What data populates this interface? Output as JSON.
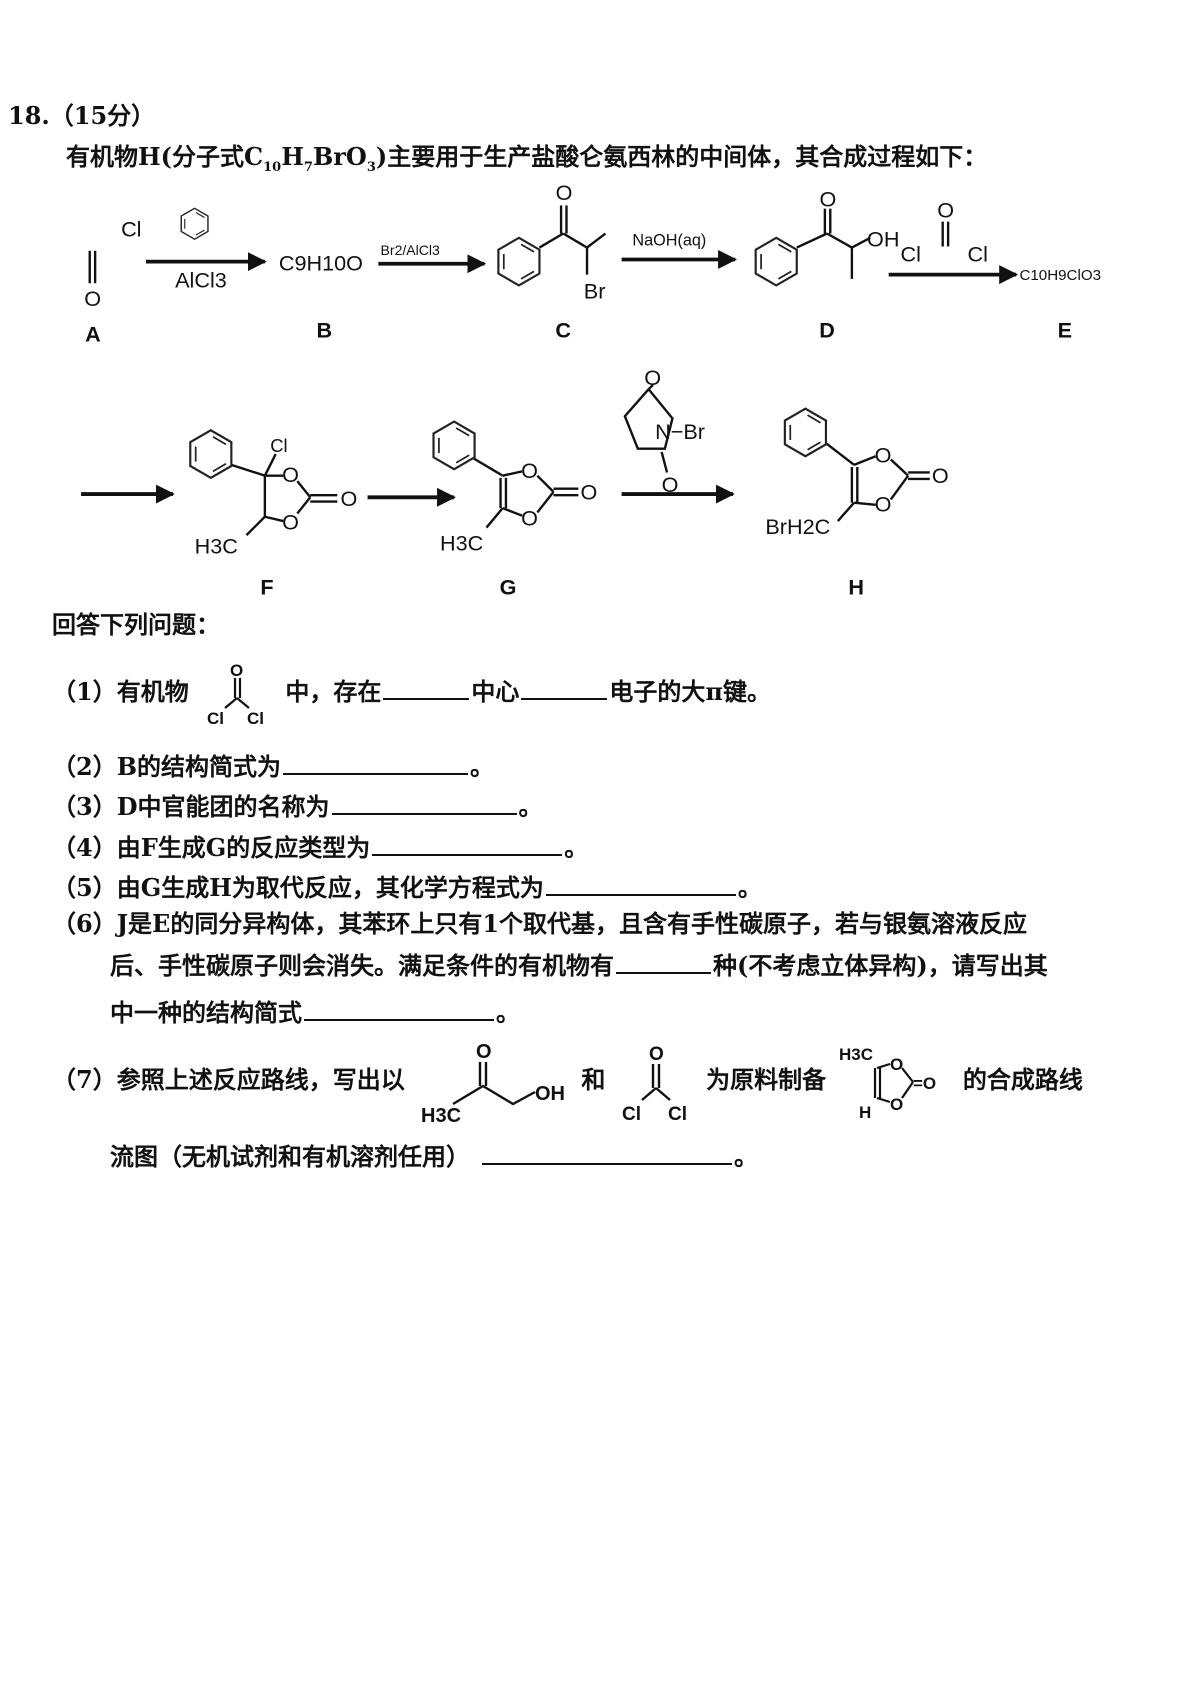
{
  "question": {
    "number": "18.（15分）",
    "intro_pre": "有机物H(分子式C",
    "intro_sub1": "10",
    "intro_mid1": "H",
    "intro_sub2": "7",
    "intro_mid2": "BrO",
    "intro_sub3": "3",
    "intro_post": ")主要用于生产盐酸仑氨西林的中间体，其合成过程如下："
  },
  "scheme": {
    "compound_labels": [
      "A",
      "B",
      "C",
      "D",
      "E",
      "F",
      "G",
      "H"
    ],
    "atoms": {
      "a_o": "O",
      "a_cl": "Cl",
      "b_formula": "C9H10O",
      "c_o": "O",
      "c_br": "Br",
      "d_o": "O",
      "d_oh": "OH",
      "phosgene_o": "O",
      "phosgene_cl1": "Cl",
      "phosgene_cl2": "Cl",
      "e_formula": "C10H9ClO3",
      "f_cl": "Cl",
      "f_o1": "O",
      "f_o2": "O",
      "f_o3": "O",
      "f_h3c": "H3C",
      "g_o1": "O",
      "g_o2": "O",
      "g_o3": "O",
      "g_h3c": "H3C",
      "nbs_o1": "O",
      "nbs_o2": "O",
      "nbs_nbr": "N−Br",
      "h_o1": "O",
      "h_o2": "O",
      "h_o3": "O",
      "h_brh2c": "BrH2C"
    },
    "reagents": {
      "step1": "AlCl3",
      "step2": "Br2/AlCl3",
      "step3": "NaOH(aq)"
    }
  },
  "answer_prompt": "回答下列问题：",
  "items": [
    {
      "no": "（1）",
      "pre": "有机物",
      "post1": "中，存在",
      "post2": "中心",
      "post3": "电子的大π键。",
      "struct": {
        "o": "O",
        "cl1": "Cl",
        "cl2": "Cl"
      }
    },
    {
      "no": "（2）",
      "text": "B的结构简式为",
      "end": "。"
    },
    {
      "no": "（3）",
      "text": "D中官能团的名称为",
      "end": "。"
    },
    {
      "no": "（4）",
      "text": "由F生成G的反应类型为",
      "end": "。"
    },
    {
      "no": "（5）",
      "text": "由G生成H为取代反应，其化学方程式为",
      "end": "。"
    },
    {
      "no": "（6）",
      "line1": "J是E的同分异构体，其苯环上只有1个取代基，且含有手性碳原子，若与银氨溶液反应",
      "line2_pre": "后、手性碳原子则会消失。满足条件的有机物有",
      "line2_post": "种(不考虑立体异构)，请写出其",
      "line3": "中一种的结构简式",
      "end": "。"
    },
    {
      "no": "（7）",
      "pre": "参照上述反应路线，写出以",
      "and": "和",
      "mid": "为原料制备",
      "post": "的合成路线",
      "line2": "流图（无机试剂和有机溶剂任用）",
      "end": "。",
      "s1": {
        "o": "O",
        "h3c": "H3C",
        "oh": "OH"
      },
      "s2": {
        "o": "O",
        "cl1": "Cl",
        "cl2": "Cl"
      },
      "s3": {
        "h3c": "H3C",
        "h": "H",
        "o1": "O",
        "o2": "O",
        "o3": "=O"
      }
    }
  ]
}
